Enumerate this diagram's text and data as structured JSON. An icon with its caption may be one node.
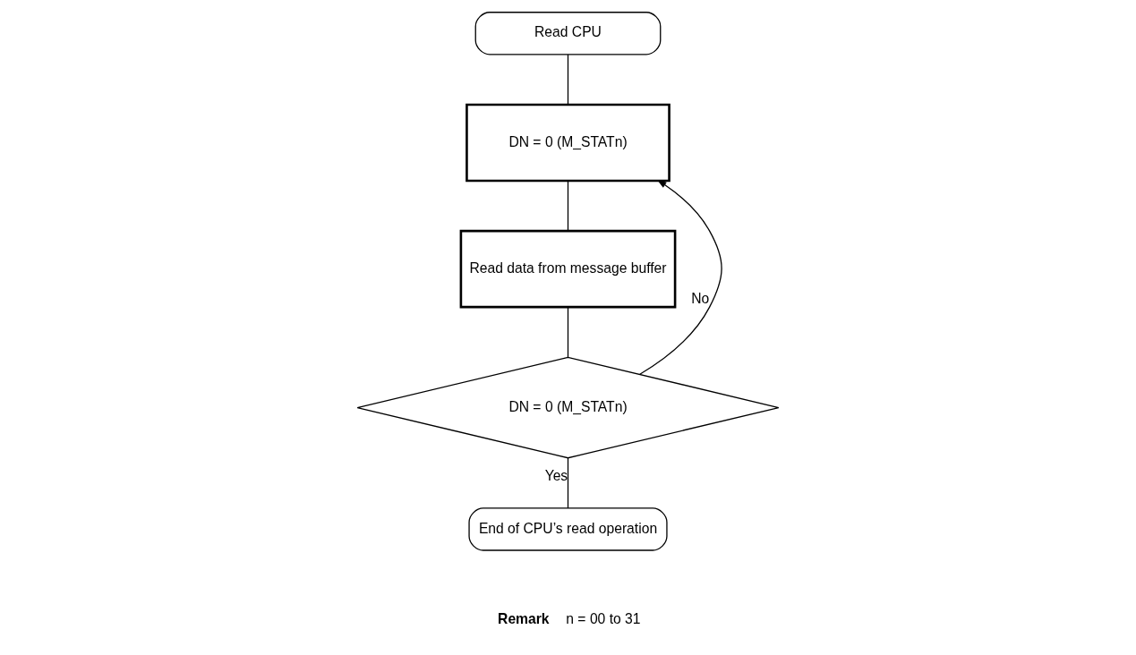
{
  "diagram": {
    "nodes": [
      {
        "text": [
          "Read CPU"
        ]
      },
      {
        "text": [
          "DN = 0 (M_STATn)"
        ]
      },
      {
        "text": [
          "Read data from message buffer"
        ]
      },
      {
        "text": [
          "DN = 0 (M_STATn)"
        ]
      },
      {
        "text": [
          "End of CPU’s read operation"
        ]
      }
    ],
    "edges": [
      {
        "from": 0,
        "to": 1,
        "arrow": "none"
      },
      {
        "from": 1,
        "to": 2,
        "arrow": "none"
      },
      {
        "from": 2,
        "to": 3,
        "arrow": "none"
      },
      {
        "from": 3,
        "to": 1,
        "arrow": "to",
        "label": "No"
      },
      {
        "from": 3,
        "to": 4,
        "arrow": "none",
        "label": "Yes"
      }
    ],
    "labels": [
      "Remark",
      "n = 00 to 31"
    ]
  }
}
